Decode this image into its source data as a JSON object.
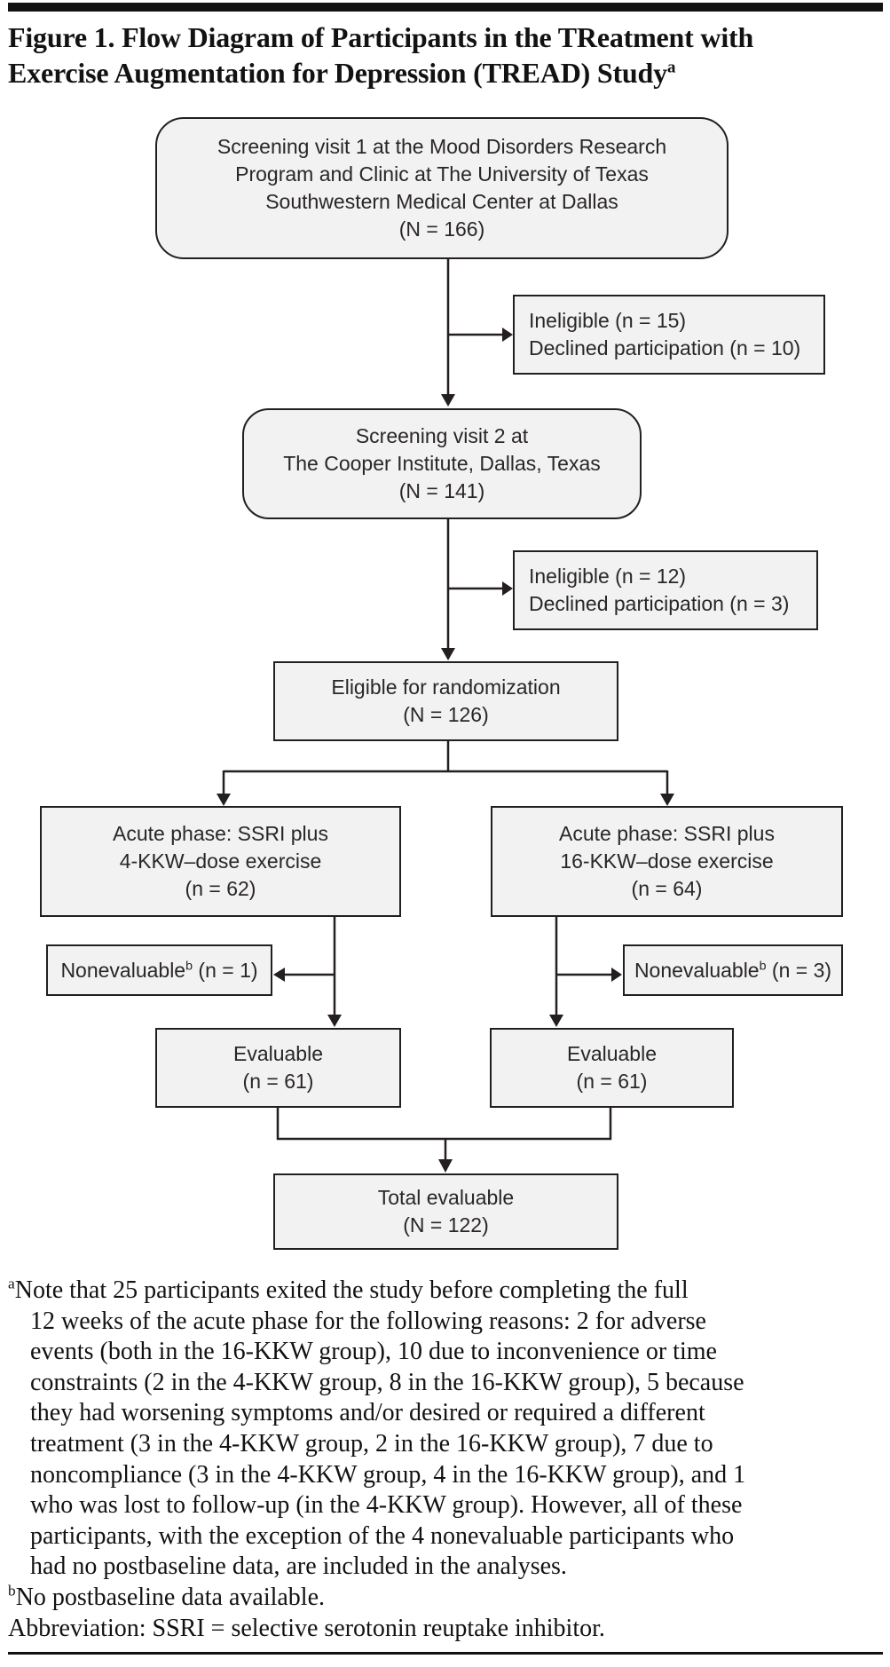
{
  "title": {
    "line1": "Figure 1. Flow Diagram of Participants in the TReatment with",
    "line2": "Exercise Augmentation for Depression (TREAD) Study",
    "superscript": "a"
  },
  "flowchart": {
    "screening1": {
      "lines": [
        "Screening visit 1 at the Mood Disorders Research",
        "Program and Clinic at The University of Texas",
        "Southwestern Medical Center at Dallas",
        "(N = 166)"
      ]
    },
    "ineligible1": {
      "lines": [
        "Ineligible (n = 15)",
        "Declined participation (n = 10)"
      ]
    },
    "screening2": {
      "lines": [
        "Screening visit 2 at",
        "The Cooper Institute, Dallas, Texas",
        "(N = 141)"
      ]
    },
    "ineligible2": {
      "lines": [
        "Ineligible (n = 12)",
        "Declined participation (n = 3)"
      ]
    },
    "eligible": {
      "lines": [
        "Eligible for randomization",
        "(N = 126)"
      ]
    },
    "acute4": {
      "lines": [
        "Acute phase: SSRI plus",
        "4-KKW–dose exercise",
        "(n = 62)"
      ]
    },
    "acute16": {
      "lines": [
        "Acute phase: SSRI plus",
        "16-KKW–dose exercise",
        "(n = 64)"
      ]
    },
    "nonevaluable_left": {
      "text_before": "Nonevaluable",
      "sup": "b",
      "text_after": " (n = 1)"
    },
    "nonevaluable_right": {
      "text_before": "Nonevaluable",
      "sup": "b",
      "text_after": " (n = 3)"
    },
    "evaluable_left": {
      "lines": [
        "Evaluable",
        "(n = 61)"
      ]
    },
    "evaluable_right": {
      "lines": [
        "Evaluable",
        "(n = 61)"
      ]
    },
    "total": {
      "lines": [
        "Total evaluable",
        "(N = 122)"
      ]
    }
  },
  "footnotes": {
    "a_marker": "a",
    "a_line1": "Note that 25 participants exited the study before completing the full",
    "a_rest": [
      "12 weeks of the acute phase for the following reasons: 2 for adverse",
      "events (both in the 16-KKW group), 10 due to inconvenience or time",
      "constraints (2 in the 4-KKW group, 8 in the 16-KKW group), 5 because",
      "they had worsening symptoms and/or desired or required a different",
      "treatment (3 in the 4-KKW group, 2 in the 16-KKW group), 7 due to",
      "noncompliance (3 in the 4-KKW group, 4 in the 16-KKW group), and 1",
      "who was lost to follow-up (in the 4-KKW group). However, all of these",
      "participants, with the exception of the 4 nonevaluable participants who",
      "had no postbaseline data, are included in the analyses."
    ],
    "b_marker": "b",
    "b_text": "No postbaseline data available.",
    "abbreviation": "Abbreviation: SSRI = selective serotonin reuptake inhibitor."
  },
  "colors": {
    "box_fill": "#f2f2f2",
    "box_border": "#231f20",
    "connector": "#231f20",
    "text": "#121212"
  }
}
